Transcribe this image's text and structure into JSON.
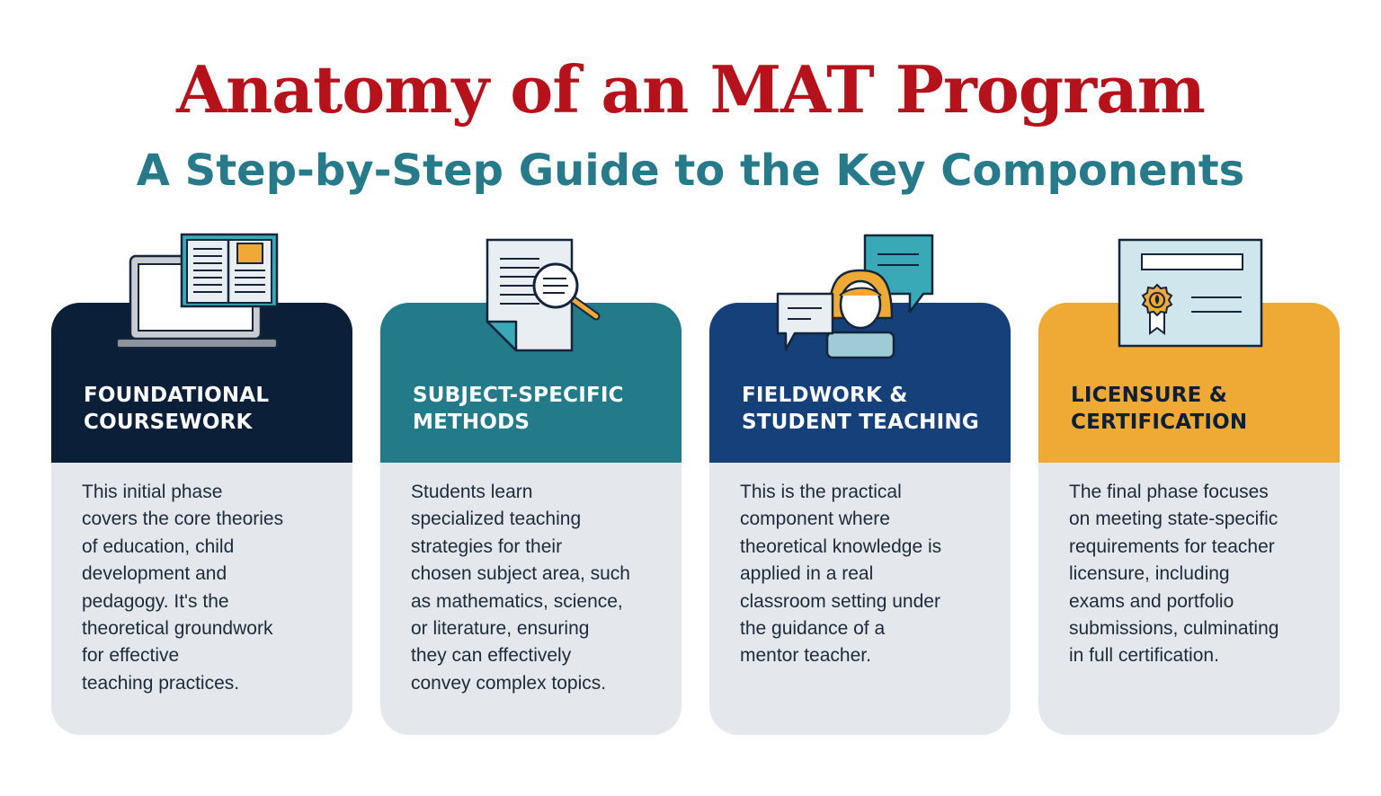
{
  "header": {
    "title": "Anatomy of an MAT Program",
    "subtitle": "A Step-by-Step Guide to the Key Components"
  },
  "cards": [
    {
      "title": "FOUNDATIONAL\nCOURSEWORK",
      "body": "This initial phase\ncovers the core theories\nof education, child\ndevelopment and\npedagogy. It's the\ntheoretical groundwork\nfor effective\nteaching practices.",
      "header_color": "#0c1f38",
      "title_color": "#ffffff",
      "icon": "laptop-book-icon"
    },
    {
      "title": "SUBJECT-SPECIFIC\nMETHODS",
      "body": "Students learn\nspecialized teaching\nstrategies for their\nchosen subject area, such\nas mathematics, science,\nor literature, ensuring\nthey can effectively\nconvey complex topics.",
      "header_color": "#237a89",
      "title_color": "#ffffff",
      "icon": "document-magnifier-icon"
    },
    {
      "title": "FIELDWORK &\nSTUDENT TEACHING",
      "body": "This is the practical\ncomponent where\ntheoretical knowledge is\napplied in a real\nclassroom setting under\nthe guidance of a\nmentor teacher.",
      "header_color": "#16407a",
      "title_color": "#ffffff",
      "icon": "teacher-speech-bubbles-icon"
    },
    {
      "title": "LICENSURE &\nCERTIFICATION",
      "body": "The final phase focuses\non meeting state-specific\nrequirements for teacher\nlicensure, including\nexams and portfolio\nsubmissions, culminating\nin full certification.",
      "header_color": "#eeaa35",
      "title_color": "#0c1f38",
      "icon": "certificate-icon"
    }
  ]
}
